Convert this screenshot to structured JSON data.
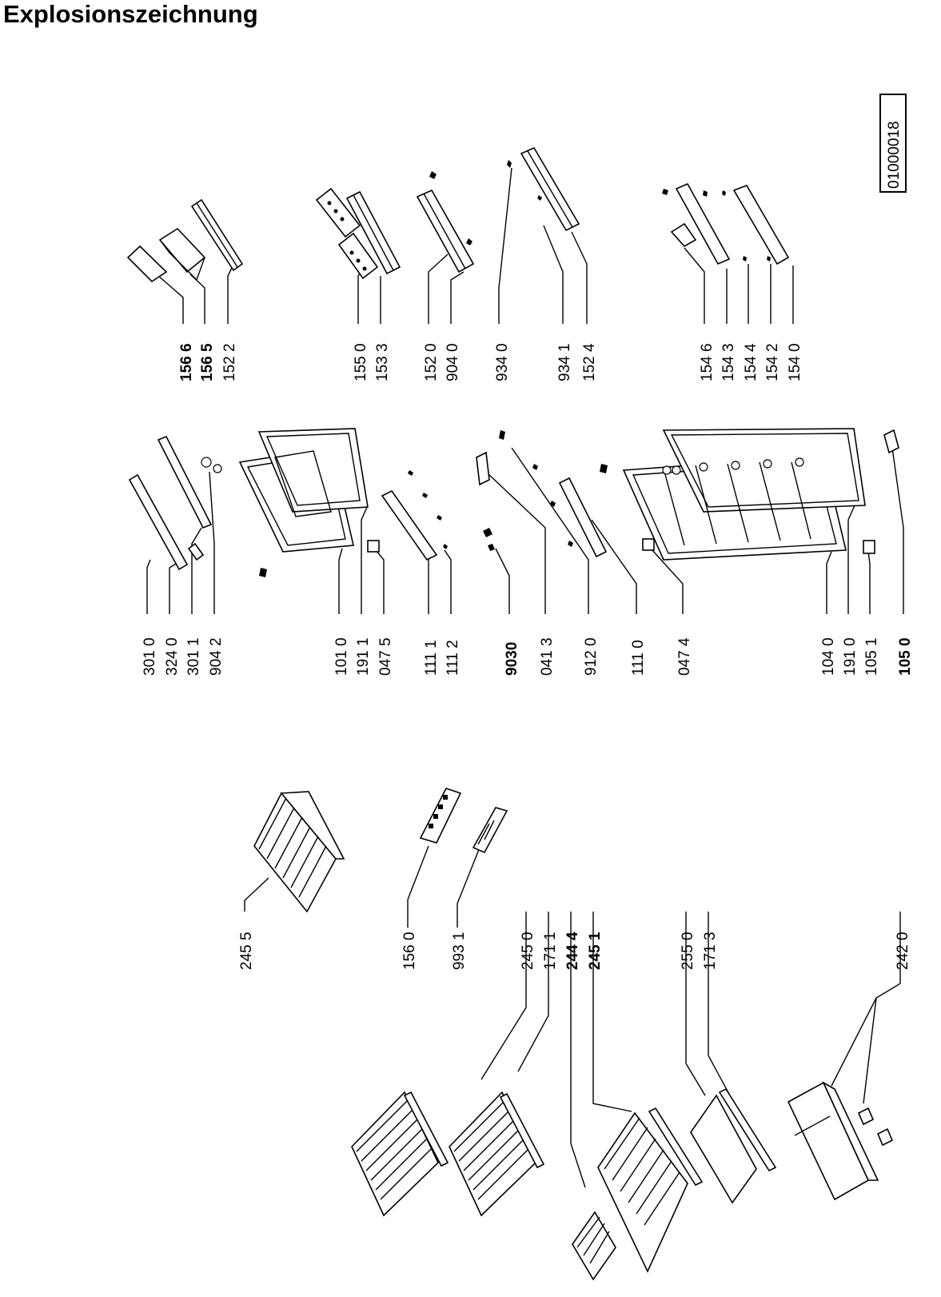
{
  "title": "Explosionszeichnung",
  "drawing_number": "01000018",
  "labels": {
    "p1566": "156 6",
    "p1565": "156 5",
    "p1522": "152 2",
    "p1550": "155 0",
    "p1533": "153 3",
    "p1520": "152 0",
    "p9040": "904 0",
    "p9340": "934 0",
    "p9341": "934 1",
    "p1524": "152 4",
    "p1546": "154 6",
    "p1543": "154 3",
    "p1544": "154 4",
    "p1542": "154 2",
    "p1540": "154 0",
    "p3010": "301 0",
    "p3240": "324 0",
    "p3011": "301 1",
    "p9042": "904 2",
    "p1010": "101 0",
    "p1911": "191 1",
    "p0475": "047 5",
    "p1111": "111 1",
    "p1112": "111 2",
    "p9030": "9030",
    "p0413": "041 3",
    "p9120": "912 0",
    "p1110": "111 0",
    "p0474": "047 4",
    "p1040": "104 0",
    "p1910": "191 0",
    "p1051": "105 1",
    "p1050": "105 0",
    "p2455": "245 5",
    "p1560": "156 0",
    "p9931": "993 1",
    "p2450": "245 0",
    "p1711": "171 1",
    "p2444": "244 4",
    "p2451": "245 1",
    "p2550": "255 0",
    "p1713": "171 3",
    "p2420": "242 0"
  }
}
